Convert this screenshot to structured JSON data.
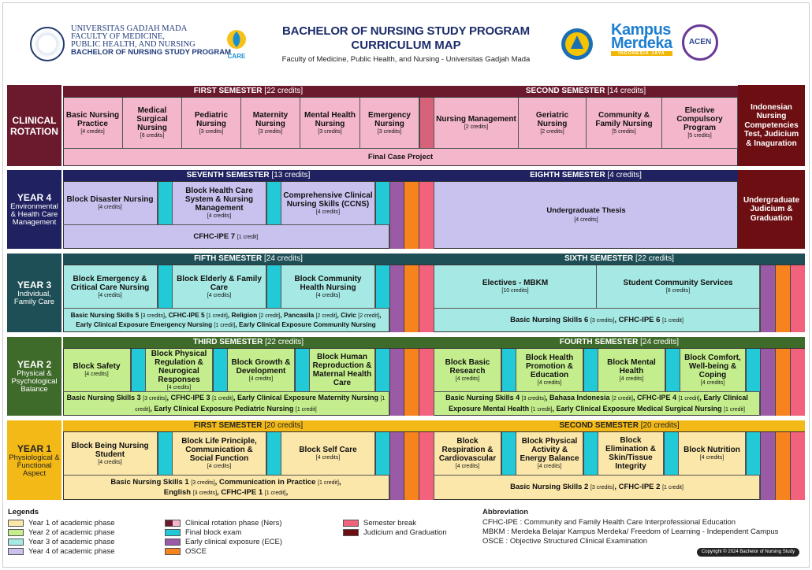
{
  "header": {
    "univ": {
      "l1": "UNIVERSITAS GADJAH MADA",
      "l2": "FACULTY OF MEDICINE,",
      "l3": "PUBLIC HEALTH, AND NURSING",
      "l4": "BACHELOR OF NURSING STUDY PROGRAM"
    },
    "care": "CARE",
    "title1": "BACHELOR OF NURSING STUDY PROGRAM",
    "title2": "CURRICULUM MAP",
    "subtitle": "Faculty of Medicine, Public Health, and Nursing - Universitas Gadjah Mada",
    "kampus1": "Kampus",
    "kampus2": "Merdeka",
    "kampus3": "INDONESIA JAYA",
    "acen": "ACEN"
  },
  "colors": {
    "clinical_dark": "#6b1a2e",
    "clinical_pink": "#f4b6cb",
    "y4_dark": "#1f2160",
    "y4_light": "#c9c2ef",
    "y3_dark": "#1e4f56",
    "y3_light": "#a6e8e3",
    "y2_dark": "#3f6b2a",
    "y2_light": "#c4ee8d",
    "y1_dark": "#f2b917",
    "y1_light": "#fbe7aa",
    "cyan": "#22c9d6",
    "purple": "#9b5aa6",
    "orange": "#f7831f",
    "break": "#f2627c",
    "judicium": "#6d0f12"
  },
  "clinical": {
    "title": "CLINICAL ROTATION",
    "sem1": {
      "name": "FIRST SEMESTER",
      "credits": "[22 credits]"
    },
    "sem2": {
      "name": "SECOND SEMESTER",
      "credits": "[14 credits]"
    },
    "c1": {
      "t": "Basic Nursing Practice",
      "cr": "[4 credits]"
    },
    "c2": {
      "t": "Medical Surgical Nursing",
      "cr": "[6 credits]"
    },
    "c3": {
      "t": "Pediatric Nursing",
      "cr": "[3 credits]"
    },
    "c4": {
      "t": "Maternity Nursing",
      "cr": "[3 credits]"
    },
    "c5": {
      "t": "Mental Health Nursing",
      "cr": "[3 credits]"
    },
    "c6": {
      "t": "Emergency Nursing",
      "cr": "[3 credits]"
    },
    "c7": {
      "t": "Nursing Management",
      "cr": "[2 credits]"
    },
    "c8": {
      "t": "Geriatric Nursing",
      "cr": "[2 credits]"
    },
    "c9": {
      "t": "Community & Family Nursing",
      "cr": "[5 credits]"
    },
    "c10": {
      "t": "Elective Compulsory Program",
      "cr": "[5 credits]"
    },
    "final": "Final Case Project",
    "right": "Indonesian Nursing Competencies Test, Judicium & Inaguration"
  },
  "year4": {
    "title": "YEAR 4",
    "desc": "Environmental & Health Care Management",
    "sem1": {
      "name": "SEVENTH SEMESTER",
      "credits": "[13 credits]"
    },
    "sem2": {
      "name": "EIGHTH SEMESTER",
      "credits": "[4 credits]"
    },
    "b1": {
      "t": "Block Disaster Nursing",
      "cr": "[4 credits]"
    },
    "b2": {
      "t": "Block Health Care System & Nursing Management",
      "cr": "[4 credits]"
    },
    "b3": {
      "t": "Comprehensive Clinical Nursing Skills (CCNS)",
      "cr": "[4 credits]"
    },
    "thesis": {
      "t": "Undergraduate Thesis",
      "cr": "[4 credits]"
    },
    "cfhc": {
      "t": "CFHC-IPE 7",
      "cr": "[1 credit]"
    },
    "right": "Undergraduate Judicium & Graduation"
  },
  "year3": {
    "title": "YEAR 3",
    "desc": "Individual, Family Care",
    "sem1": {
      "name": "FIFTH SEMESTER",
      "credits": "[24 credits]"
    },
    "sem2": {
      "name": "SIXTH SEMESTER",
      "credits": "[22 credits]"
    },
    "b1": {
      "t": "Block Emergency & Critical Care Nursing",
      "cr": "[4 credits]"
    },
    "b2": {
      "t": "Block Elderly & Family Care",
      "cr": "[4 credits]"
    },
    "b3": {
      "t": "Block Community Health Nursing",
      "cr": "[4 credits]"
    },
    "b4": {
      "t": "Electives - MBKM",
      "cr": "[10 credits]"
    },
    "b5": {
      "t": "Student Community Services",
      "cr": "[8 credits]"
    },
    "skills1": {
      "a": "Basic Nursing Skills 5",
      "ac": "[3 credits]",
      "b": "CFHC-IPE 5",
      "bc": "[1 credit]",
      "c": "Religion",
      "cc": "[2 credit]",
      "d": "Pancasila",
      "dc": "[2 credit]",
      "e": "Civic",
      "ec": "[2 credit]",
      "f": "Early Clinical Exposure Emergency Nursing",
      "fc": "[1 credit]",
      "g": "Early Clinical Exposure Community Nursing"
    },
    "skills2": {
      "a": "Basic Nursing Skills 6",
      "ac": "[3 credits]",
      "b": "CFHC-IPE 6",
      "bc": "[1 credit]"
    }
  },
  "year2": {
    "title": "YEAR 2",
    "desc": "Physical & Psychological Balance",
    "sem1": {
      "name": "THIRD SEMESTER",
      "credits": "[22 credits]"
    },
    "sem2": {
      "name": "FOURTH SEMESTER",
      "credits": "[24 credits]"
    },
    "b1": {
      "t": "Block Safety",
      "cr": "[4 credits]"
    },
    "b2": {
      "t": "Block Physical Regulation & Neurogical Responses",
      "cr": "[4 credits]"
    },
    "b3": {
      "t": "Block Growth & Development",
      "cr": "[4 credits]"
    },
    "b4": {
      "t": "Block Human Reproduction & Maternal Health Care",
      "cr": ""
    },
    "b5": {
      "t": "Block Basic Research",
      "cr": "[4 credits]"
    },
    "b6": {
      "t": "Block Health Promotion & Education",
      "cr": "[4 credits]"
    },
    "b7": {
      "t": "Block Mental Health",
      "cr": "[4 credits]"
    },
    "b8": {
      "t": "Block Comfort, Well-being & Coping",
      "cr": "[4 credits]"
    },
    "skills1": {
      "a": "Basic Nursing Skills 3",
      "ac": "[3 credits]",
      "b": "CFHC-IPE 3",
      "bc": "[1 credit]",
      "c": "Early Clinical Exposure Maternity Nursing",
      "cc": "[1 credit]",
      "d": "Early Clinical Exposure Pediatric Nursing",
      "dc": "[1 credit]"
    },
    "skills2": {
      "a": "Basic Nursing Skills 4",
      "ac": "[3 credits]",
      "b": "Bahasa Indonesia",
      "bc": "[2 credit]",
      "c": "CFHC-IPE 4",
      "cc": "[1 credit]",
      "d": "Early Clinical Exposure Mental Health",
      "dc": "[1 credit]",
      "e": "Early Clinical Exposure Medical Surgical Nursing",
      "ec": "[1 credit]"
    }
  },
  "year1": {
    "title": "YEAR 1",
    "desc": "Physiological & Functional Aspect",
    "sem1": {
      "name": "FIRST SEMESTER",
      "credits": "[20 credits]"
    },
    "sem2": {
      "name": "SECOND SEMESTER",
      "credits": "[20 credits]"
    },
    "b1": {
      "t": "Block Being Nursing Student",
      "cr": "[4 credits]"
    },
    "b2": {
      "t": "Block Life Principle, Communication & Social Function",
      "cr": "[4 credits]"
    },
    "b3": {
      "t": "Block Self Care",
      "cr": "[4 credits]"
    },
    "b4": {
      "t": "Block Respiration & Cardiovascular",
      "cr": "[4 credits]"
    },
    "b5": {
      "t": "Block Physical Activity & Energy Balance",
      "cr": "[4 credits]"
    },
    "b6": {
      "t": "Block Elimination & Skin/Tissue Integrity",
      "cr": ""
    },
    "b7": {
      "t": "Block Nutrition",
      "cr": "[4 credits]"
    },
    "skills1": {
      "a": "Basic Nursing Skills 1",
      "ac": "[3 credits]",
      "b": "Communication in Practice",
      "bc": "[1 credit]",
      "c": "English",
      "cc": "[3 credits]",
      "d": "CFHC-IPE 1",
      "dc": "[1 credit]"
    },
    "skills2": {
      "a": "Basic Nursing Skills 2",
      "ac": "[3 credits]",
      "b": "CFHC-IPE 2",
      "bc": "[1 credit]"
    }
  },
  "legend": {
    "title": "Legends",
    "i1": "Year 1 of academic phase",
    "i2": "Year 2 of academic phase",
    "i3": "Year 3 of academic phase",
    "i4": "Year 4 of academic phase",
    "i5": "Clinical rotation phase (Ners)",
    "i6": "Final block exam",
    "i7": "Early clinical exposure (ECE)",
    "i8": "OSCE",
    "i9": "Semester break",
    "i10": "Judicium and Graduation"
  },
  "abbreviation": {
    "title": "Abbreviation",
    "a1": "CFHC-IPE : Community and Family Health Care Interprofessional Education",
    "a2": "MBKM : Merdeka Belajar Kampus Merdeka/ Freedom of Learning - Independent Campus",
    "a3": "OSCE : Objective Structured Clinical Examination"
  },
  "copyright": "Copyright © 2024 Bachelor of Nursing Study Program"
}
